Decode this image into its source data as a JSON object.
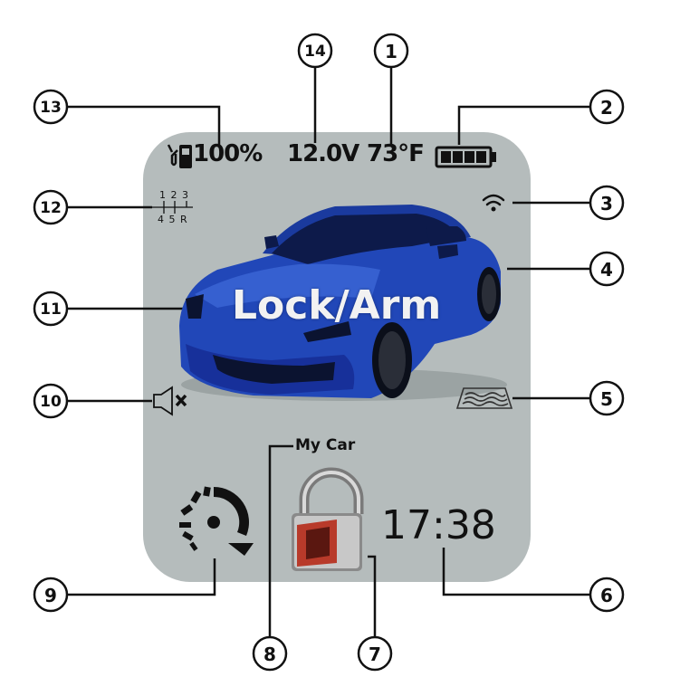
{
  "colors": {
    "screen_bg": "#b5bcbc",
    "car_body": "#2147b8",
    "car_dark": "#0d1a4a",
    "lock_body": "#b83a2a",
    "text_dark": "#111111",
    "overlay_text": "#f2f2f2"
  },
  "status_bar": {
    "fuel_value": "100%",
    "voltage": "12.0V",
    "temperature": "73°F"
  },
  "gear_indicator": {
    "top_row": "1 2 3",
    "bottom_row": "4 5 R"
  },
  "center": {
    "state_label": "Lock/Arm"
  },
  "vehicle": {
    "name": "My Car"
  },
  "clock": {
    "time": "17:38"
  },
  "icons": {
    "fuel": "fuel-pump-icon",
    "battery": "battery-icon",
    "signal": "wireless-signal-icon",
    "car": "car-image",
    "defrost": "rear-defrost-icon",
    "mute": "speaker-muted-icon",
    "remote_start": "remote-start-icon",
    "lock": "padlock-icon"
  },
  "callouts": [
    "1",
    "2",
    "3",
    "4",
    "5",
    "6",
    "7",
    "8",
    "9",
    "10",
    "11",
    "12",
    "13",
    "14"
  ]
}
